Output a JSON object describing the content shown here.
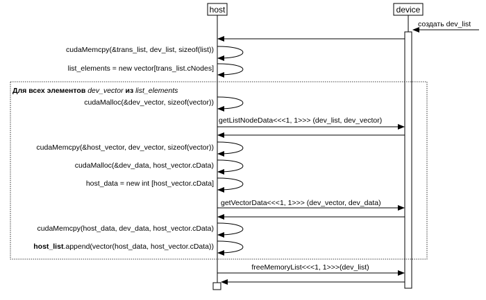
{
  "participants": {
    "host": "host",
    "device": "device"
  },
  "messages": {
    "create": "создать dev_list",
    "trans_copy": "cudaMemcpy(&trans_list, dev_list, sizeof(list))",
    "alloc_list": "list_elements = new vector[trans_list.cNodes]",
    "alloc_vector": "cudaMalloc(&dev_vector, sizeof(vector))",
    "get_node": "getListNodeData<<<1, 1>>> (dev_list, dev_vector)",
    "copy_host_vector": "cudaMemcpy(&host_vector, dev_vector, sizeof(vector))",
    "alloc_data": "cudaMalloc(&dev_data, host_vector.cData)",
    "new_host_data": "host_data = new int [host_vector.cData]",
    "get_vector": "getVectorData<<<1, 1>>> (dev_vector, dev_data)",
    "copy_data": "cudaMemcpy(host_data, dev_data, host_vector.cData)",
    "append_bold": "host_list",
    "append_rest": ".append(vector(host_data, host_vector.cData))",
    "free": "freeMemoryList<<<1, 1>>>(dev_list)"
  },
  "loop": {
    "bold1": "Для всех элементов ",
    "italic1": "dev_vector",
    "bold2": " из ",
    "italic2": "list_elements"
  }
}
